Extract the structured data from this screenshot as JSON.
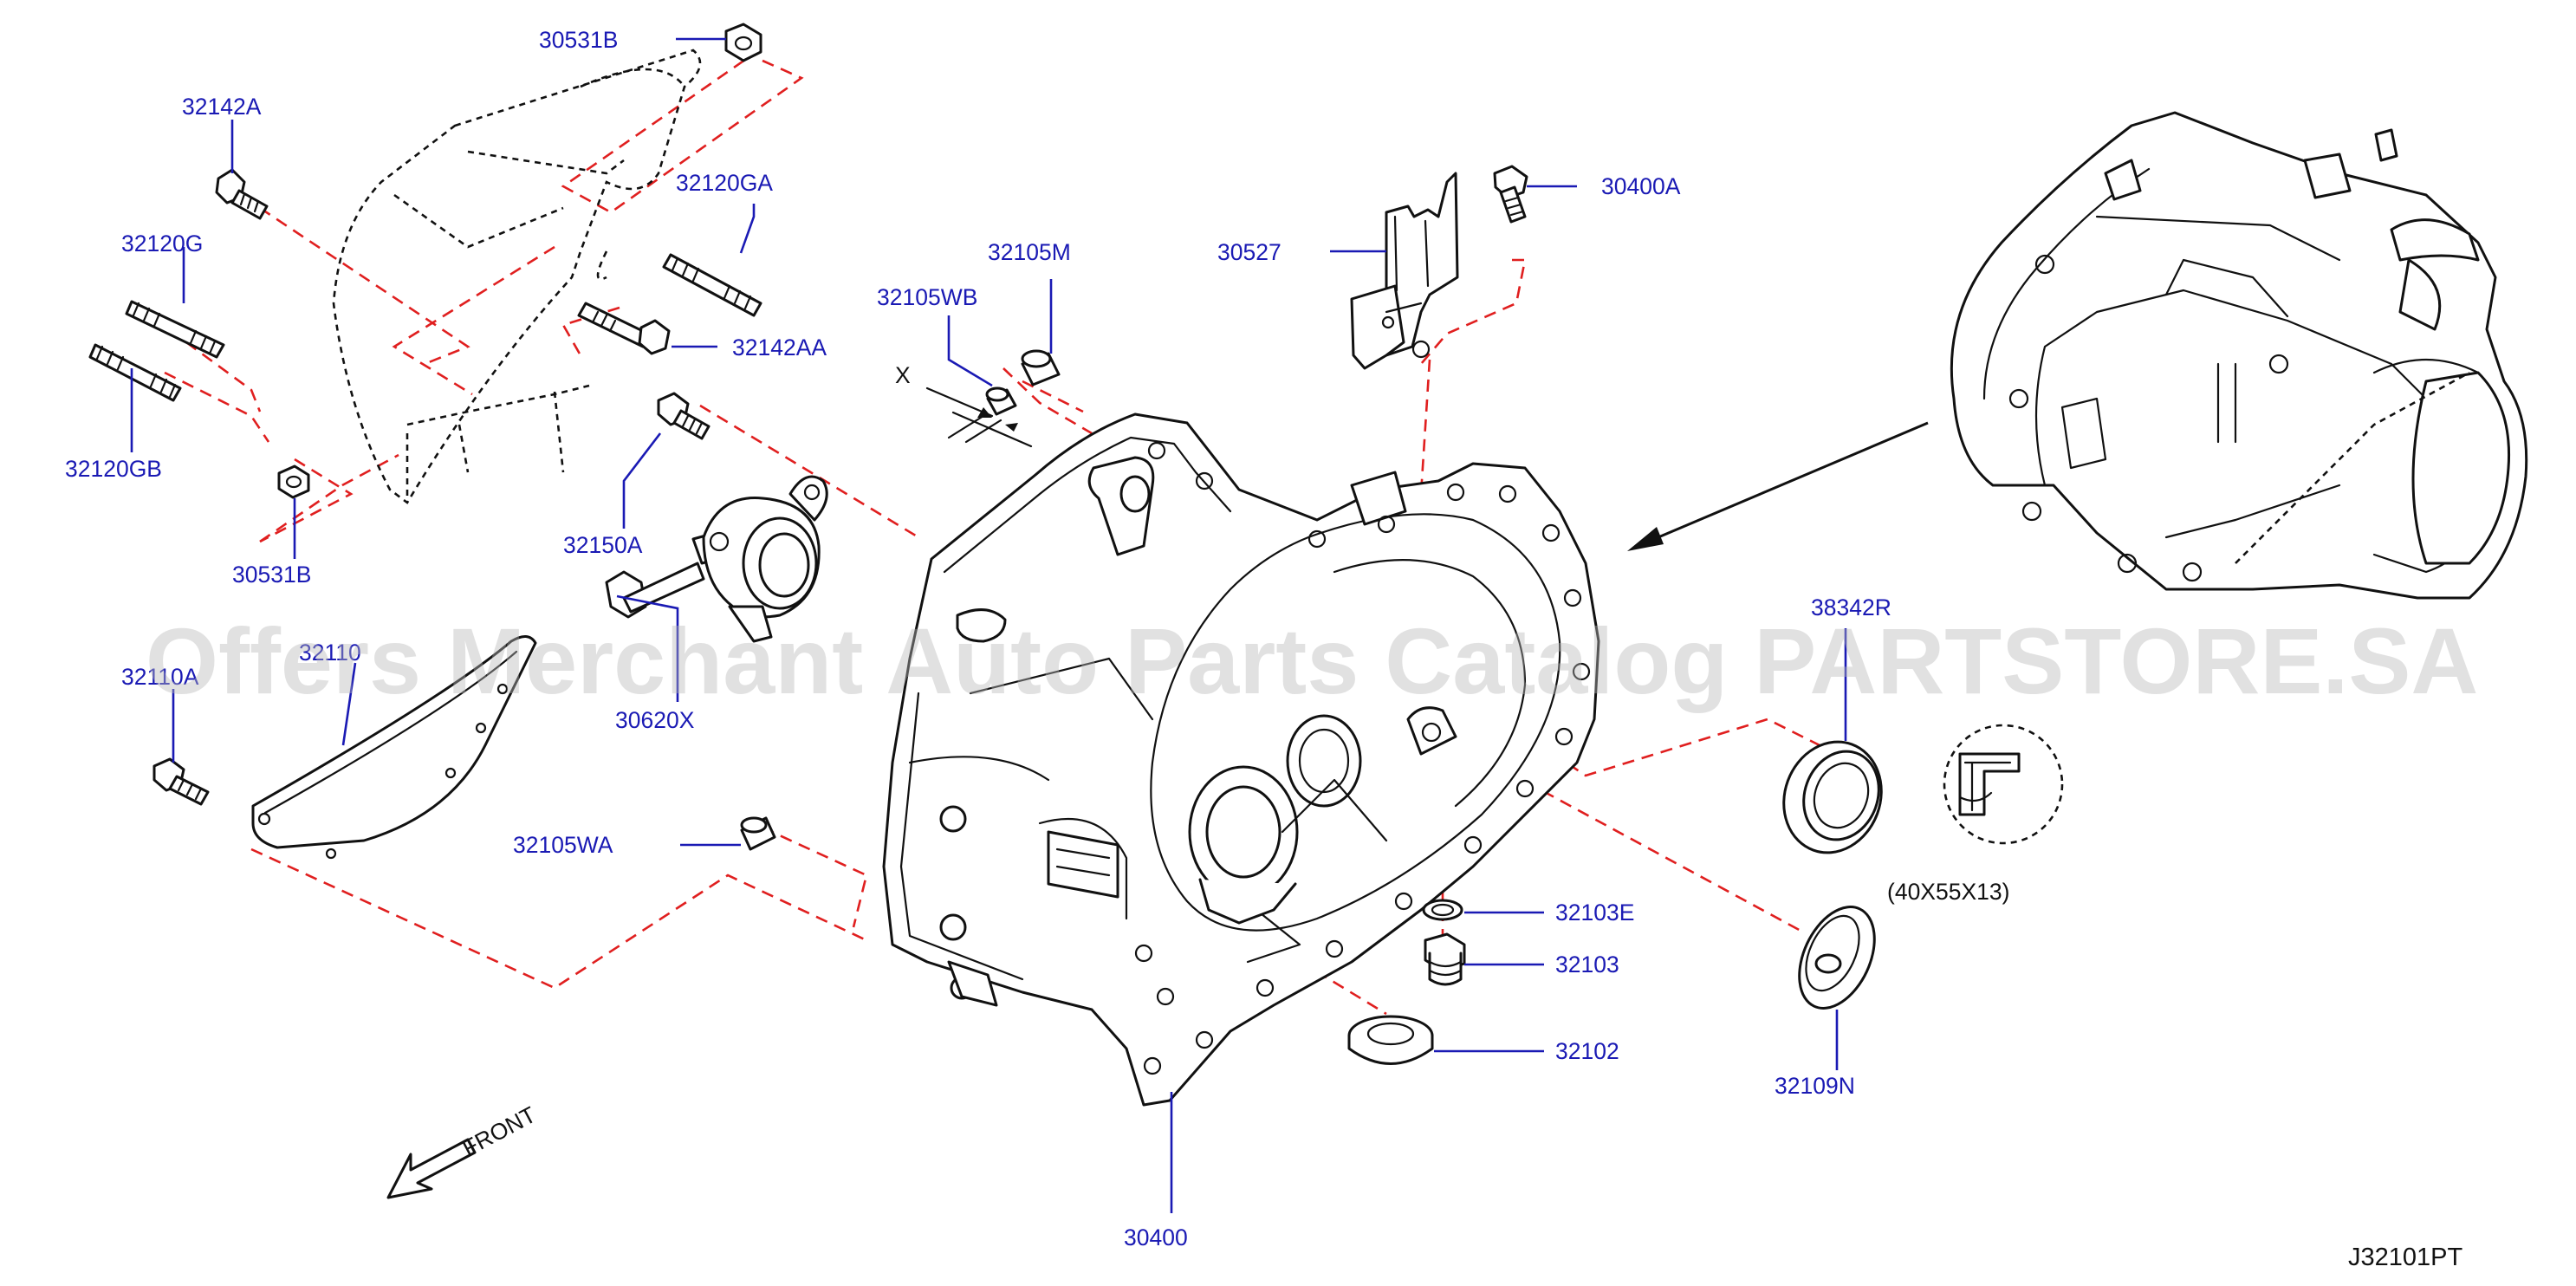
{
  "watermark": "Offers Merchant Auto Parts Catalog PARTSTORE.SA",
  "diagram_code": "J32101PT",
  "front_label": "FRONT",
  "section_marker": "X",
  "size_note": "(40X55X13)",
  "part_labels": {
    "p30531B_top": "30531B",
    "p32142A": "32142A",
    "p32120GA": "32120GA",
    "p32120G": "32120G",
    "p32142AA": "32142AA",
    "p32120GB": "32120GB",
    "p30531B_bottom": "30531B",
    "p32150A": "32150A",
    "p30620X": "30620X",
    "p32105M": "32105M",
    "p32105WB": "32105WB",
    "p30527": "30527",
    "p30400A": "30400A",
    "p32110A": "32110A",
    "p32110": "32110",
    "p32105WA": "32105WA",
    "p38342R": "38342R",
    "p32103E": "32103E",
    "p32103": "32103",
    "p32102": "32102",
    "p32109N": "32109N",
    "p30400": "30400"
  },
  "colors": {
    "label_blue": "#1a1ab4",
    "reference_red": "#e01f1f",
    "outline_black": "#111111"
  }
}
